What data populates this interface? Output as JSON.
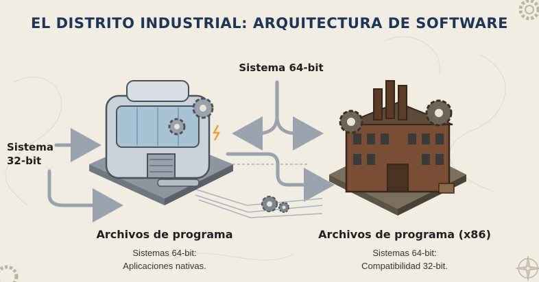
{
  "title": "EL DISTRITO INDUSTRIAL: ARQUITECTURA DE SOFTWARE",
  "labels": {
    "system64": "Sistema 64-bit",
    "system32_line1": "Sistema",
    "system32_line2": "32-bit"
  },
  "left_building": {
    "title": "Archivos de programa",
    "desc_line1": "Sistemas 64-bit:",
    "desc_line2": "Aplicaciones nativas."
  },
  "right_building": {
    "title": "Archivos de programa (x86)",
    "desc_line1": "Sistemas 64-bit:",
    "desc_line2": "Compatibilidad 32-bit."
  },
  "colors": {
    "title": "#1d3557",
    "arrow": "#9aa3ad",
    "background": "#f1ede3",
    "modern_building": "#c9d1d9",
    "brick_building": "#7a4e35",
    "accent_bolt": "#e8a23a"
  }
}
